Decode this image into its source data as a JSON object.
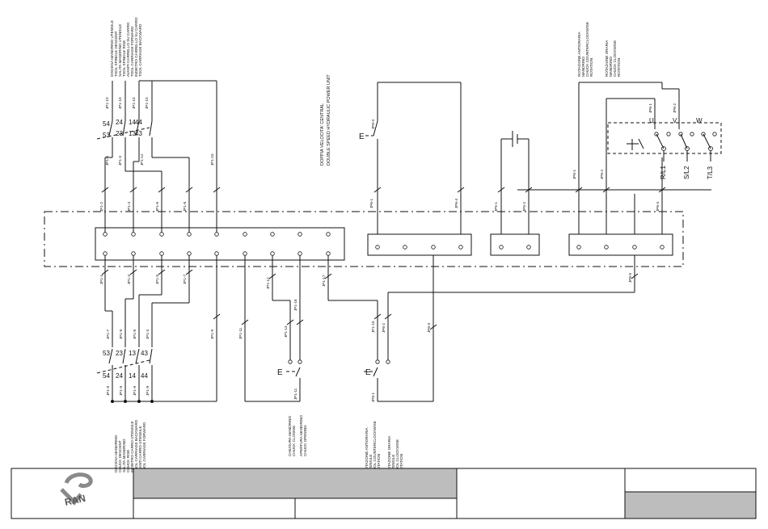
{
  "title_vertical": {
    "line1": "DOPPIA VELOCITA' CENTRAL",
    "line2": "DOUBLE SPEED HYDRAULIC POWER UNIT"
  },
  "top_left_caption": [
    "DISCESA MANDRINO UTENSILE",
    "TOOL SPINDLE DESCENT",
    "SALITA MANDRINO UTENSILE",
    "TOOL SPINDLE RISE",
    "AVANTI CARRELLO SU CARRO",
    "TOOL CARRIAGE FORWARD",
    "INDIETRO CARRELLO SU CARRO",
    "TOOL CARRIAGE BACKWARD"
  ],
  "top_right_caption": [
    "ROTAZIONE ANTIORARIA",
    "MANDRINO",
    "CHUCK COUNTERCLOCKWISE",
    "ROTATION",
    "ROTAZIONE ORARIA",
    "MANDRINO",
    "CHUCK CLOCKWISE",
    "ROTATION"
  ],
  "bottom_left_caption": [
    "DISCESA MANDRINO",
    "CHUCK DESCENT",
    "SALITA MANDRINO",
    "CHUCK RISE",
    "INDIETRO CARRO UTENSILE",
    "TOOL CARRIAGE BACKWARD",
    "AVANTI CARRO UTENSILE",
    "TOOL CARRIAGE FORWARD"
  ],
  "bottom_mid_caption": [
    "CHIUSURA MANDRINO",
    "CHUCK CLOSING",
    "APERTURA MANDRINO",
    "CHUCK OPENING"
  ],
  "bottom_right_caption": [
    "ROTAZIONE ANTIORARIA",
    "UTENSILE",
    "TOOL COUNTERCLOCKWISE",
    "ROTATION",
    "ROTAZIONE ORARIA",
    "UTENSILE",
    "TOOL CLOCKWISE",
    "ROTATION"
  ],
  "top_switch_numbers": [
    "54",
    "53",
    "24",
    "23",
    "14",
    "13",
    "44",
    "43"
  ],
  "bottom_switch_numbers": [
    "53",
    "54",
    "23",
    "24",
    "13",
    "14",
    "43",
    "44"
  ],
  "motor_terminals": [
    "U",
    "V",
    "W"
  ],
  "phase_labels": [
    "R/L1",
    "S/L2",
    "T/L3"
  ],
  "e_label": "E",
  "wire_labels": {
    "top_row": [
      "JP1-10",
      "JP1-10",
      "JP1-10",
      "JP1-10"
    ],
    "top_side": [
      "JP1-6",
      "JP1-4",
      "JP1-12",
      "JP1-10"
    ],
    "upper_bus": [
      "JP1-2",
      "JP1-4",
      "JP1-6",
      "JP1-8"
    ],
    "lower_bus": [
      "JP1-1",
      "JP1-3",
      "JP1-5",
      "JP1-7"
    ],
    "lower_mid": [
      "JP1-7",
      "JP1-9",
      "JP1-8",
      "JP1-3"
    ],
    "bottom_row": [
      "JP1-9",
      "JP1-9",
      "JP1-9",
      "JP1-9"
    ],
    "mid_group": [
      "JP1-9",
      "JP1-11",
      "JP1-12",
      "JP1-13",
      "JP1-16",
      "JP1-11"
    ],
    "center_group": [
      "JP1-17",
      "JP1-15",
      "JP6-3",
      "JP6-2",
      "JP8-1",
      "JP6-1",
      "JP6-4"
    ],
    "right_group": [
      "JP5-1",
      "JP5-2",
      "JP1-4",
      "JP6-1",
      "JP6-2",
      "JP6-4",
      "JP6-5",
      "JP6-1",
      "JP6-2"
    ]
  },
  "logo": {
    "text": "RAN"
  },
  "title_block": {
    "company": "",
    "drawing_title": "",
    "field_a": "",
    "field_b": "",
    "field_c": "",
    "field_d": "",
    "field_e": ""
  },
  "colors": {
    "line": "#111111",
    "title_fill": "#bdbdbd",
    "logo_main": "#8a8a8a",
    "logo_dark": "#555555"
  }
}
